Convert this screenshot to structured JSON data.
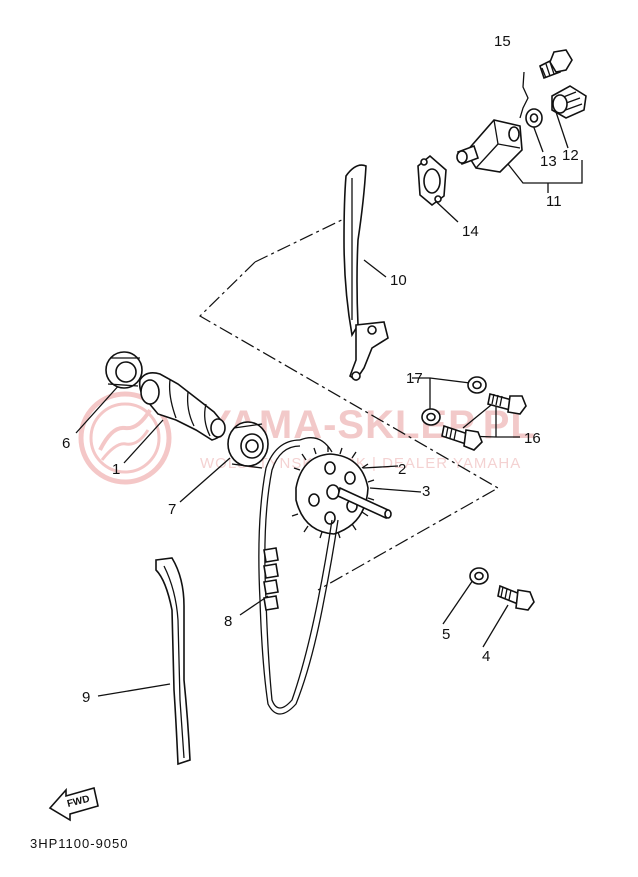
{
  "diagram": {
    "part_numbers": [
      "1",
      "2",
      "3",
      "4",
      "5",
      "6",
      "7",
      "8",
      "9",
      "10",
      "11",
      "12",
      "13",
      "14",
      "15",
      "16",
      "17"
    ],
    "drawing_code": "3HP1100-9050",
    "fwd_label": "FWD",
    "watermark": {
      "title": "YAMA-SKLEP.PL",
      "subtitle": "WOLSZTYNSKI ZYSK | DEALER YAMAHA",
      "color": "#e9a0a0"
    }
  }
}
